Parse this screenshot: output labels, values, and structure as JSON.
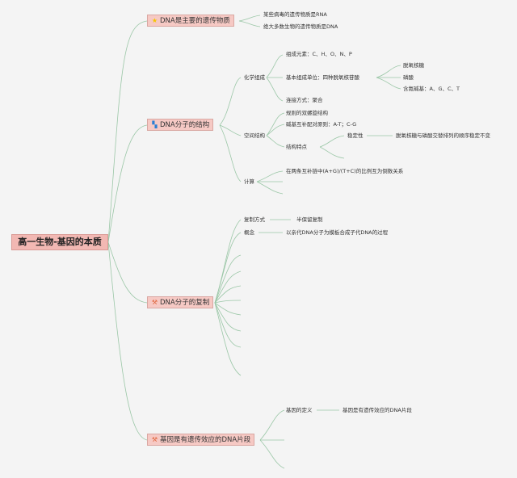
{
  "root": {
    "title": "高一生物-基因的本质"
  },
  "branches": {
    "b1": {
      "label": "DNA是主要的遗传物质",
      "icon": "star-icon",
      "items": [
        "某些病毒的遗传物质是RNA",
        "绝大多数生物的遗传物质是DNA"
      ]
    },
    "b2": {
      "label": "DNA分子的结构",
      "icon": "blue-flag-icon",
      "chem": {
        "label": "化学组成",
        "elements": "组成元素：C、H、O、N、P",
        "unit": "基本组成单位：四种脱氧核苷酸",
        "unit_items": [
          "脱氧核糖",
          "磷酸",
          "含氮碱基：A、G、C、T"
        ],
        "link": "连接方式：聚合"
      },
      "space": {
        "label": "空间结构",
        "helix": "规则的双螺旋结构",
        "pairing": "碱基互补配对原则：A-T；C-G",
        "features": "结构特点",
        "stability": "稳定性",
        "stability_desc": "脱氧核糖与磷酸交替排列的顺序稳定不变"
      },
      "calc": {
        "label": "计算",
        "item": "在两条互补链中(A+G)/(T+C)的比例互为倒数关系"
      }
    },
    "b3": {
      "label": "DNA分子的复制",
      "icon": "tools-icon",
      "mode_label": "复制方式",
      "mode_value": "半保留复制",
      "concept_label": "概念",
      "concept_value": "以亲代DNA分子为模板合成子代DNA的过程"
    },
    "b4": {
      "label": "基因是有遗传效应的DNA片段",
      "icon": "tools-icon",
      "def_label": "基因的定义",
      "def_value": "基因是有遗传效应的DNA片段"
    }
  },
  "colors": {
    "link": "#9bc7a7",
    "main_fill": "#f6c9c4",
    "root_fill": "#f2b8b3",
    "background": "#f4f4f4"
  }
}
